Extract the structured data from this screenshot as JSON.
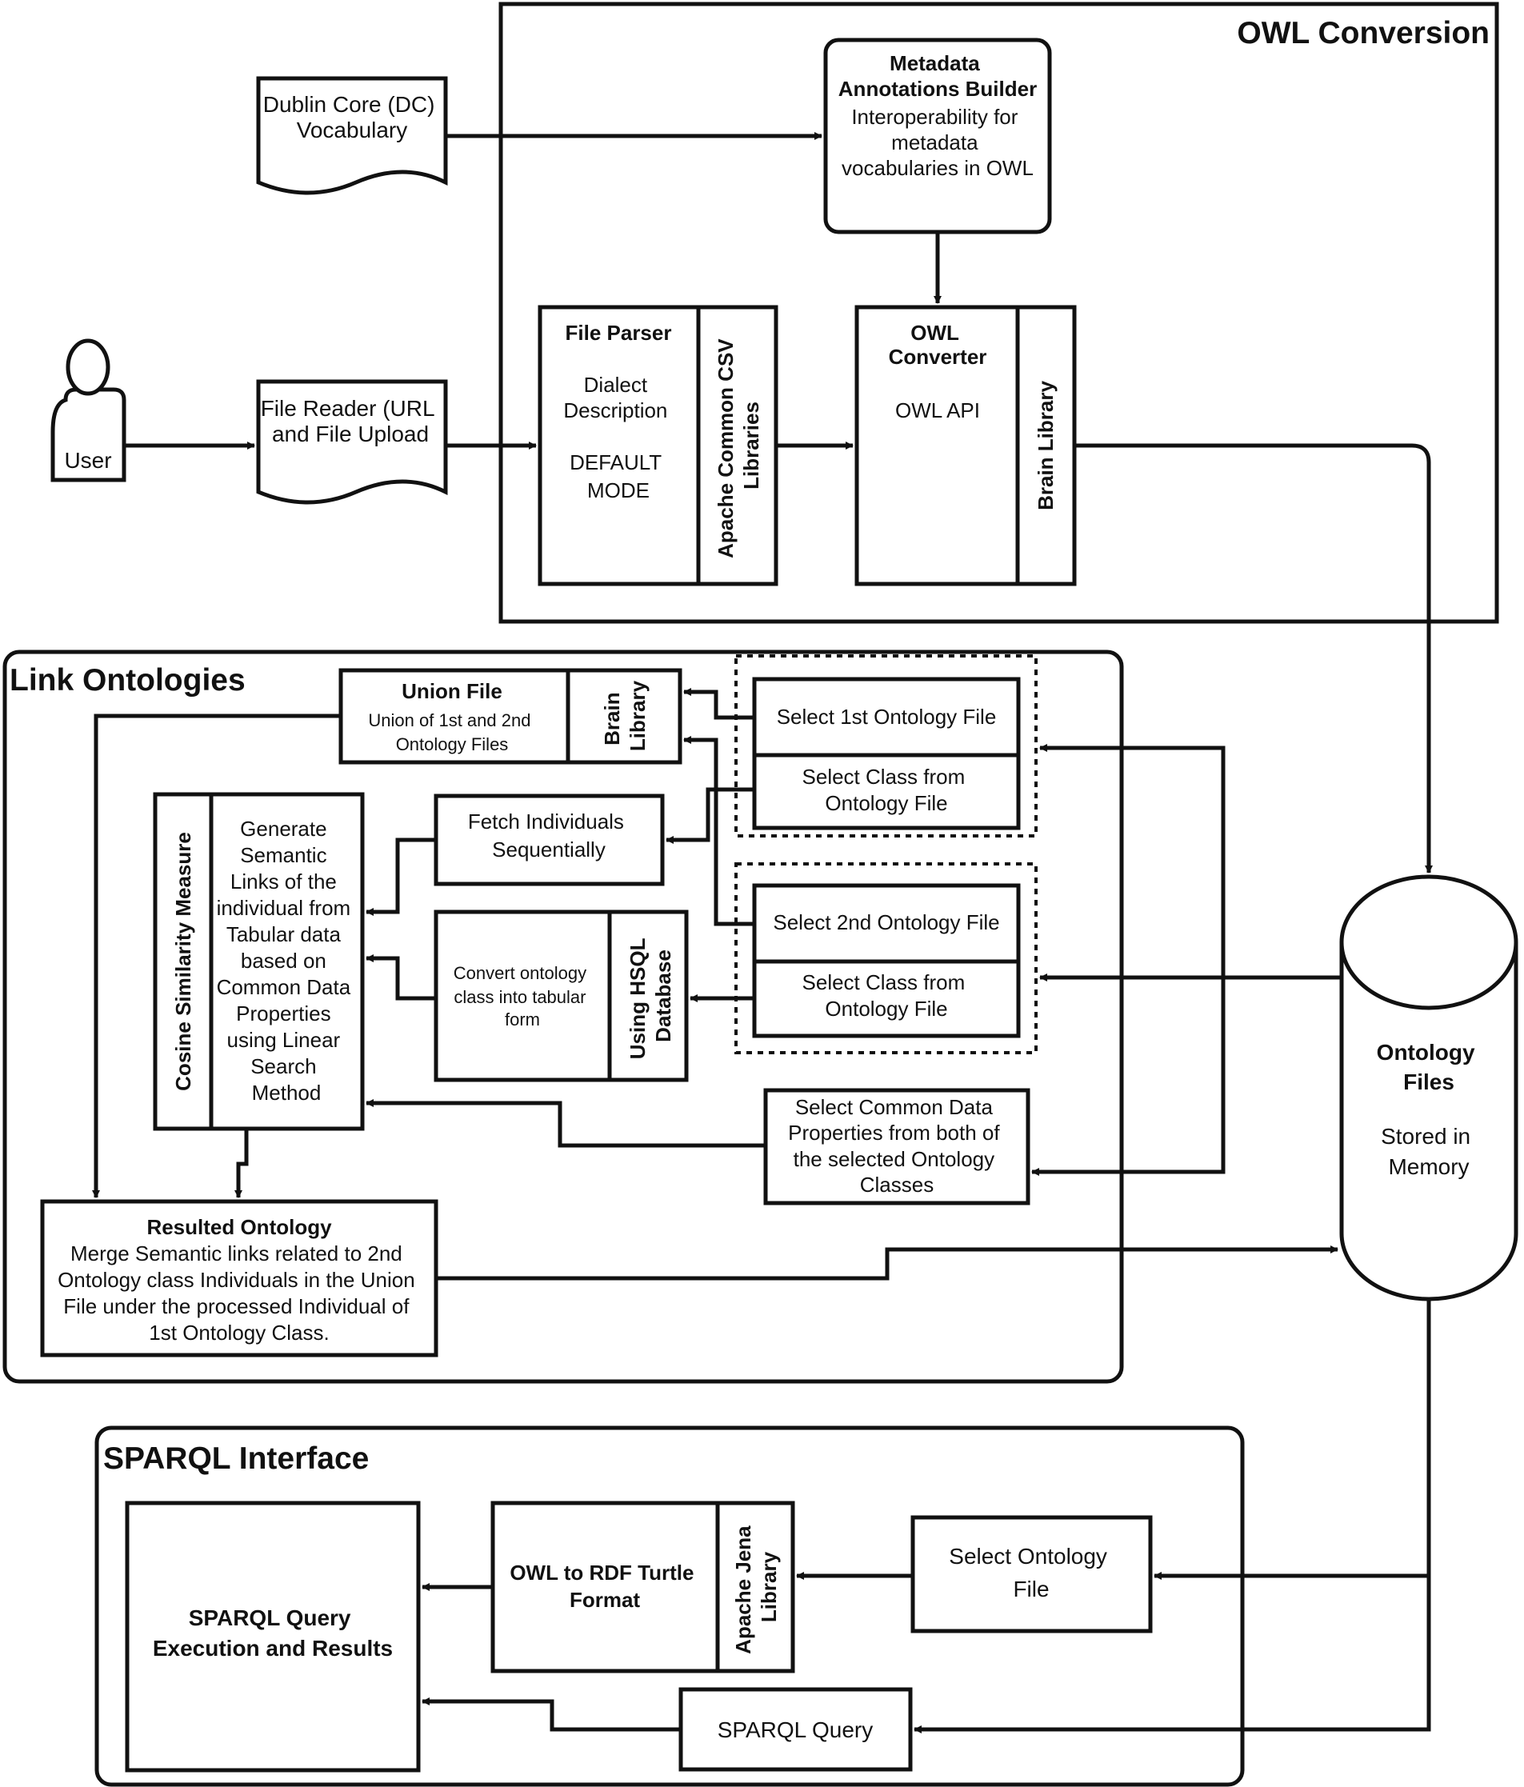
{
  "sections": {
    "owl_conversion": "OWL Conversion",
    "link_ontologies": "Link Ontologies",
    "sparql_interface": "SPARQL Interface"
  },
  "actor": {
    "label": "User"
  },
  "docs": {
    "dublin_core": [
      "Dublin Core (DC)",
      "Vocabulary"
    ],
    "file_reader": [
      "File Reader (URL",
      "and File Upload"
    ]
  },
  "owl": {
    "metadata_builder": {
      "title": [
        "Metadata",
        "Annotations Builder"
      ],
      "body": [
        "Interoperability for",
        "metadata",
        "vocabularies in OWL"
      ]
    },
    "file_parser": {
      "title": "File Parser",
      "body": [
        "Dialect",
        "Description"
      ],
      "mode": [
        "DEFAULT",
        "MODE"
      ],
      "side": [
        "Apache Common CSV",
        "Libraries"
      ]
    },
    "owl_converter": {
      "title": [
        "OWL",
        "Converter"
      ],
      "body": "OWL API",
      "side": "Brain Library"
    }
  },
  "store": {
    "title": [
      "Ontology",
      "Files"
    ],
    "body": [
      "Stored in",
      "Memory"
    ]
  },
  "link": {
    "union_file": {
      "title": "Union File",
      "body": [
        "Union of 1st and 2nd",
        "Ontology Files"
      ],
      "side": [
        "Brain",
        "Library"
      ]
    },
    "select_1st": "Select 1st Ontology File",
    "select_class_1": [
      "Select Class from",
      "Ontology File"
    ],
    "select_2nd": "Select 2nd Ontology File",
    "select_class_2": [
      "Select Class from",
      "Ontology File"
    ],
    "fetch": [
      "Fetch Individuals",
      "Sequentially"
    ],
    "convert": {
      "body": [
        "Convert ontology",
        "class into tabular",
        "form"
      ],
      "side": [
        "Using HSQL",
        "Database"
      ]
    },
    "generate": {
      "side": "Cosine Similarity Measure",
      "body": [
        "Generate",
        "Semantic",
        "Links of the",
        "individual from",
        "Tabular data",
        "based on",
        "Common Data",
        "Properties",
        "using Linear",
        "Search",
        "Method"
      ]
    },
    "common_props": [
      "Select Common Data",
      "Properties from both of",
      "the selected Ontology",
      "Classes"
    ],
    "resulted": {
      "title": "Resulted Ontology",
      "body": [
        "Merge Semantic links related to 2nd",
        "Ontology class Individuals in the Union",
        "File under the processed Individual of",
        "1st Ontology Class."
      ]
    }
  },
  "sparql": {
    "execution": [
      "SPARQL Query",
      "Execution and Results"
    ],
    "turtle": {
      "body": [
        "OWL to RDF Turtle",
        "Format"
      ],
      "side": [
        "Apache Jena",
        "Library"
      ]
    },
    "select_file": [
      "Select Ontology",
      "File"
    ],
    "query": "SPARQL Query"
  }
}
